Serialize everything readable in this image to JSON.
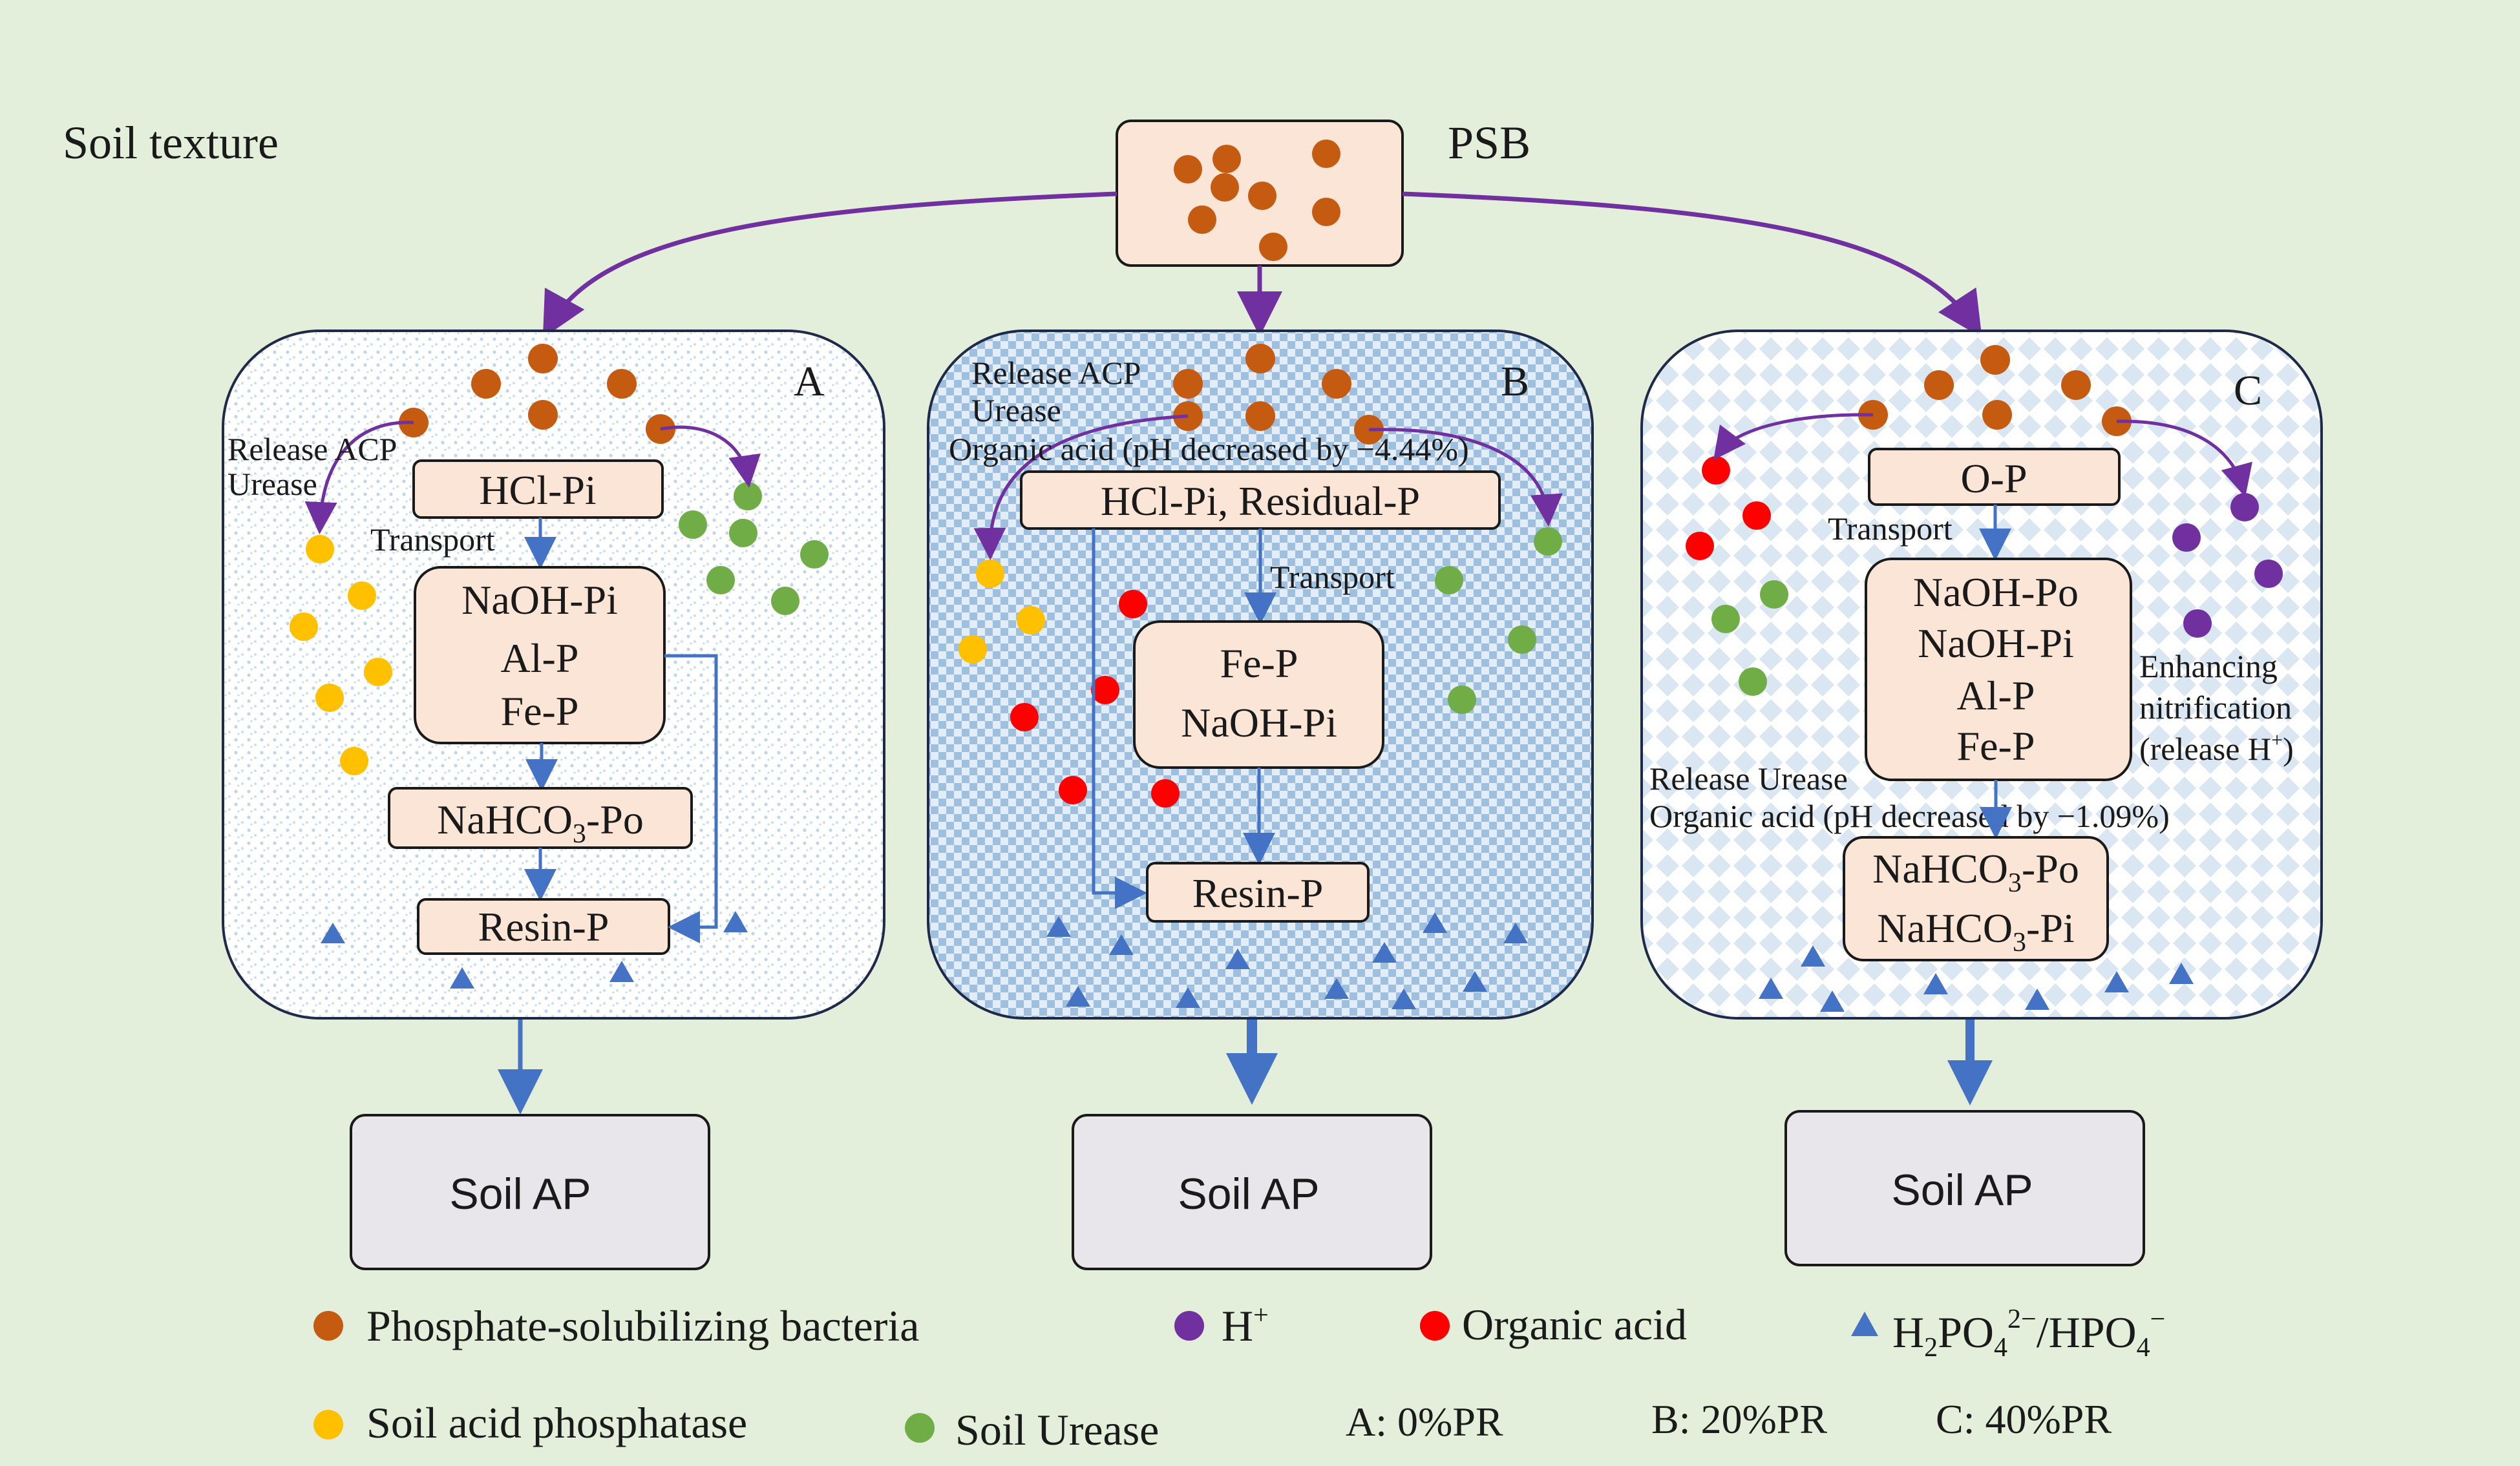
{
  "header": {
    "soil_texture": "Soil texture",
    "psb": "PSB"
  },
  "panels": [
    {
      "letter": "A",
      "release_line1": "Release ACP",
      "release_line2": "Urease",
      "box_top": "HCl-Pi",
      "transport": "Transport",
      "box_mid": [
        "NaOH-Pi",
        "Al-P",
        "Fe-P"
      ],
      "box_low_base": "NaHCO",
      "box_low_sub": "3",
      "box_low_tail": "-Po",
      "box_resin": "Resin-P"
    },
    {
      "letter": "B",
      "release_line1": "Release ACP",
      "release_line2": "Urease",
      "release_line3": "Organic acid (pH decreased by −4.44%)",
      "box_top": "HCl-Pi, Residual-P",
      "transport": "Transport",
      "box_mid": [
        "Fe-P",
        "NaOH-Pi"
      ],
      "box_resin": "Resin-P"
    },
    {
      "letter": "C",
      "box_top": "O-P",
      "transport": "Transport",
      "box_mid": [
        "NaOH-Po",
        "NaOH-Pi",
        "Al-P",
        "Fe-P"
      ],
      "nitrif": [
        "Enhancing",
        "nitrification",
        "(release H"
      ],
      "nitrif_sup": "+",
      "nitrif_tail": ")",
      "release_line1": "Release Urease",
      "release_line2": "Organic acid (pH decreased by −1.09%)",
      "box_low1_base": "NaHCO",
      "box_low1_sub": "3",
      "box_low1_tail": "-Po",
      "box_low2_base": "NaHCO",
      "box_low2_sub": "3",
      "box_low2_tail": "-Pi"
    }
  ],
  "soil_ap": [
    "Soil AP",
    "Soil AP",
    "Soil AP"
  ],
  "legend": {
    "psb": "Phosphate-solubilizing bacteria",
    "h_base": "H",
    "h_sup": "+",
    "organic_acid": "Organic acid",
    "phos_h": "H",
    "phos_sub1": "2",
    "phos_po": "PO",
    "phos_sub2": "4",
    "phos_sup1": "2−",
    "phos_slash": "/HPO",
    "phos_sub3": "4",
    "phos_sup2": "−",
    "acp": "Soil acid phosphatase",
    "urease": "Soil Urease",
    "a": "A: 0%PR",
    "b": "B: 20%PR",
    "c": "C: 40%PR"
  },
  "colors": {
    "background": "#e3efda",
    "psb": "#c55a11",
    "acp": "#ffc000",
    "urease": "#70ad47",
    "organic_acid": "#ff0000",
    "h_plus": "#7030a0",
    "phosphate": "#4472c4",
    "box_fill": "#fbe5d6",
    "ap_fill": "#e8e6ea",
    "curve_arrow": "#7030a0",
    "transport_arrow": "#4472c4"
  }
}
